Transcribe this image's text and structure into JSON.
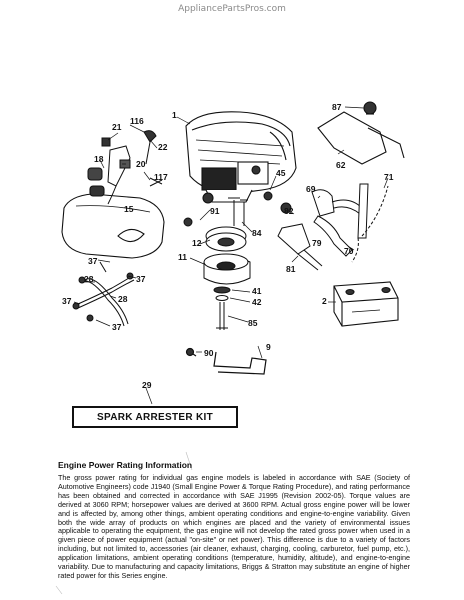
{
  "watermark": "AppliancePartsPros.com",
  "diagram": {
    "labels": {
      "p1": "1",
      "p2": "2",
      "p9": "9",
      "p11": "11",
      "p12": "12",
      "p15": "15",
      "p18": "18",
      "p20": "20",
      "p21": "21",
      "p22": "22",
      "p28a": "28",
      "p28b": "28",
      "p29": "29",
      "p37a": "37",
      "p37b": "37",
      "p37c": "37",
      "p37d": "37",
      "p41": "41",
      "p42": "42",
      "p45": "45",
      "p62": "62",
      "p69": "69",
      "p70": "70",
      "p71": "71",
      "p79": "79",
      "p81": "81",
      "p82": "82",
      "p84": "84",
      "p85": "85",
      "p87": "87",
      "p90": "90",
      "p91": "91",
      "p116": "116",
      "p117": "117"
    }
  },
  "kit_label": "SPARK ARRESTER KIT",
  "info": {
    "title": "Engine Power Rating Information",
    "body": "The gross power rating for individual gas engine models is labeled in accordance with SAE (Society of Automotive Engineers) code J1940 (Small Engine Power & Torque Rating Procedure), and rating performance has been obtained and corrected in accordance with SAE J1995 (Revision 2002-05). Torque values are derived at 3060 RPM; horsepower values are derived at 3600 RPM. Actual gross engine power will be lower and is affected by, among other things, ambient operating conditions and engine-to-engine variability. Given both the wide array of products on which engines are placed and the variety of environmental issues applicable to operating the equipment, the gas engine will not develop the rated gross power when used in a given piece of power equipment (actual \"on-site\" or net power). This difference is due to a variety of factors including, but not limited to, accessories (air cleaner, exhaust, charging, cooling, carburetor, fuel pump, etc.), application limitations, ambient operating conditions (temperature, humidity, altitude), and engine-to-engine variability. Due to manufacturing and capacity limitations, Briggs & Stratton may substitute an engine of higher rated power for this Series engine."
  }
}
